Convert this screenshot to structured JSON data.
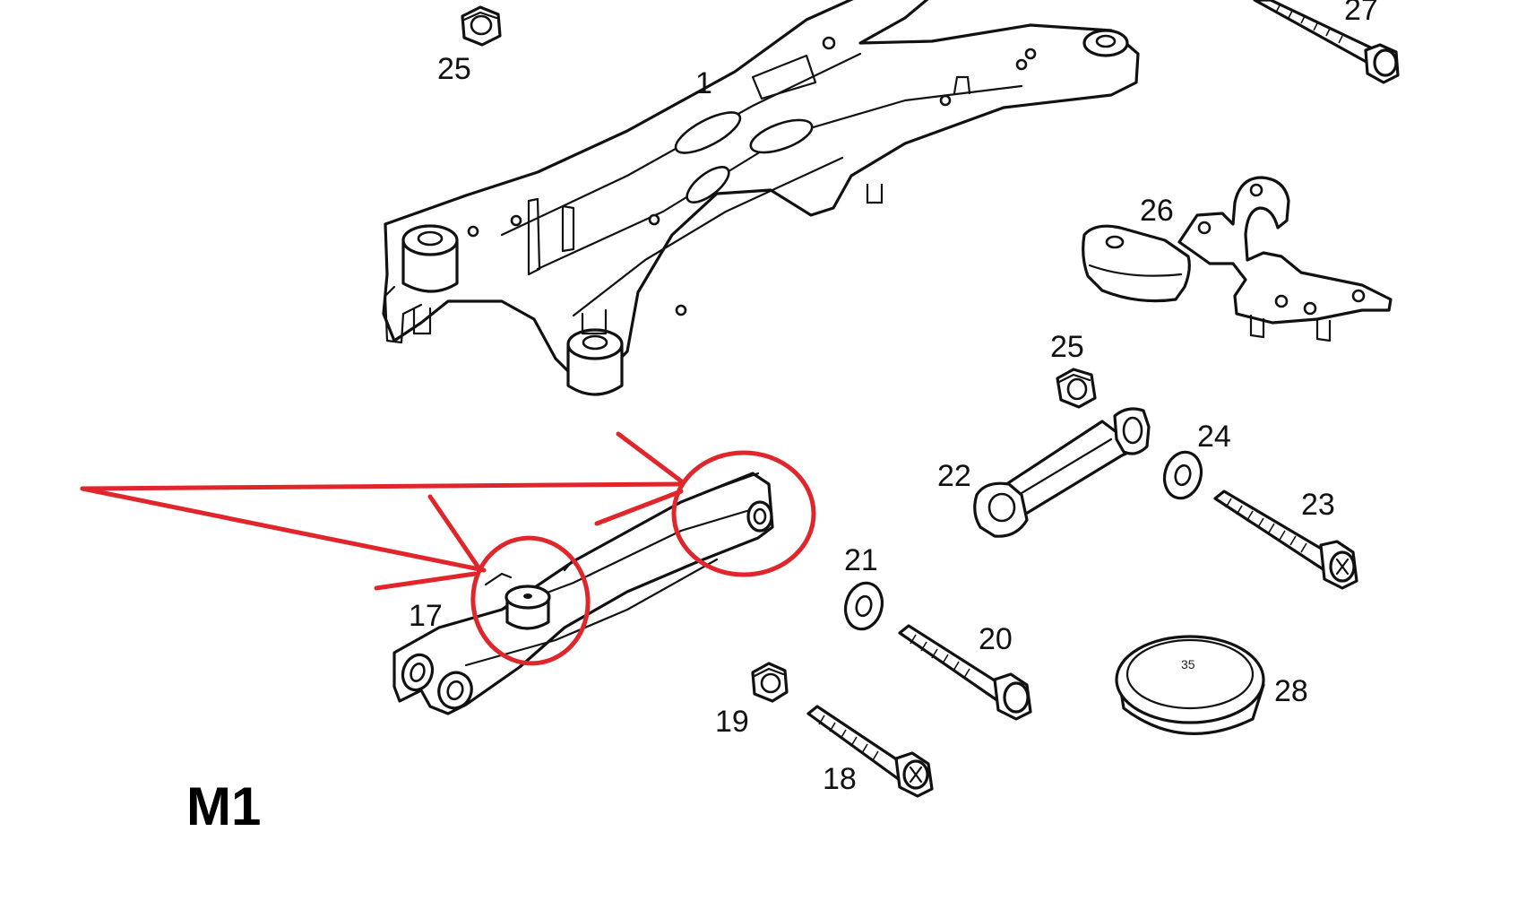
{
  "figure": {
    "code": "M1"
  },
  "callouts": {
    "c1": "1",
    "c17": "17",
    "c18": "18",
    "c19": "19",
    "c20": "20",
    "c21": "21",
    "c22": "22",
    "c23": "23",
    "c24": "24",
    "c25a": "25",
    "c25b": "25",
    "c26": "26",
    "c27": "27",
    "c28": "28"
  },
  "plug_stamp": "35",
  "annotation": {
    "color": "#e0262b",
    "icons": [
      "red-circle-icon",
      "red-arrow-icon"
    ]
  }
}
